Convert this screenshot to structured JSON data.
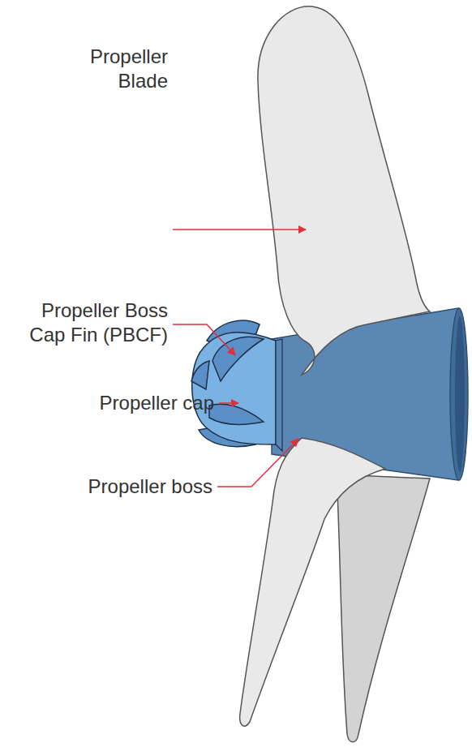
{
  "diagram": {
    "labels": [
      "Propeller Blade",
      "Propeller Boss Cap Fin (PBCF)",
      "Propeller cap",
      "Propeller boss"
    ]
  }
}
